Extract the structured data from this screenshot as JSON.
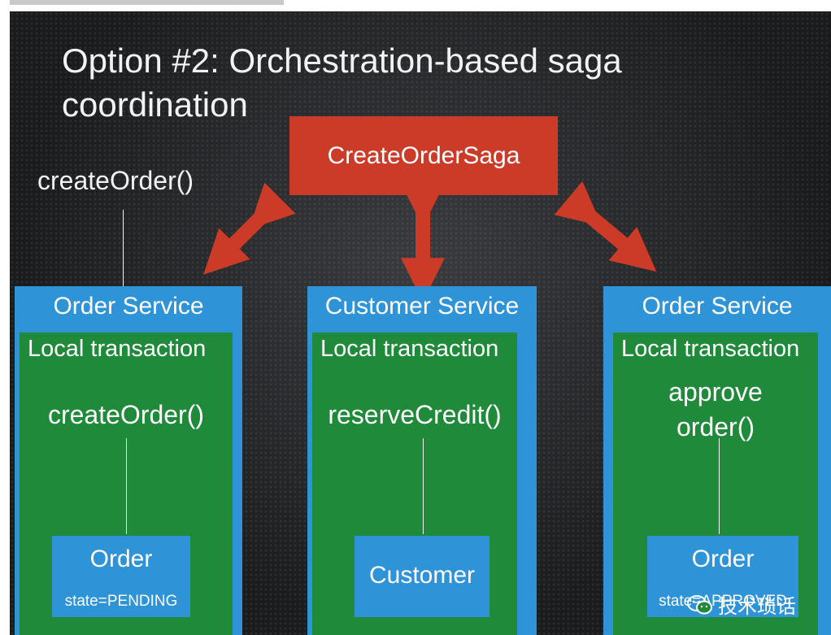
{
  "title": "Option #2: Orchestration-based saga coordination",
  "external_call": "createOrder()",
  "orchestrator": {
    "label": "CreateOrderSaga"
  },
  "services": [
    {
      "name": "Order Service",
      "transaction_label": "Local transaction",
      "operation": "createOrder()",
      "entity": "Order",
      "entity_state": "state=PENDING"
    },
    {
      "name": "Customer Service",
      "transaction_label": "Local transaction",
      "operation": "reserveCredit()",
      "entity": "Customer",
      "entity_state": ""
    },
    {
      "name": "Order Service",
      "transaction_label": "Local transaction",
      "operation_line1": "approve",
      "operation_line2": "order()",
      "entity": "Order",
      "entity_state": "state=APPROVED"
    }
  ],
  "watermark": {
    "text": "技术琐话",
    "icon": "wechat-icon"
  },
  "colors": {
    "orchestrator": "#cc3a28",
    "service": "#2f93d8",
    "transaction": "#1f8a3a",
    "background": "#1e1f21"
  }
}
